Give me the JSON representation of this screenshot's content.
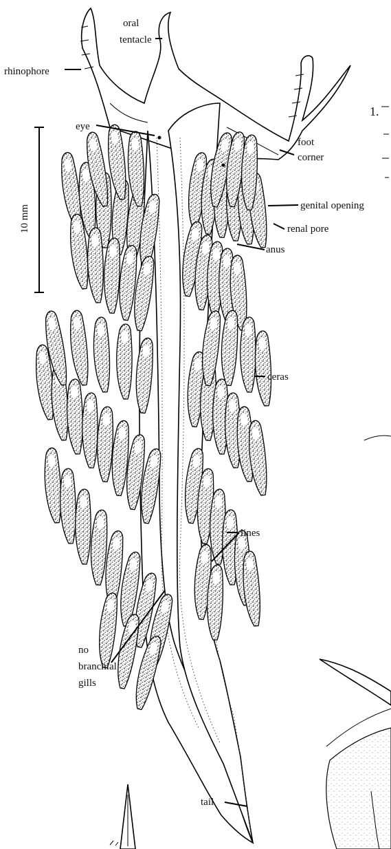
{
  "labels": {
    "oral_tentacle_line1": "oral",
    "oral_tentacle_line2": "tentacle",
    "rhinophore": "rhinophore",
    "eye": "eye",
    "foot_corner_line1": "foot",
    "foot_corner_line2": "corner",
    "genital_opening": "genital opening",
    "renal_pore": "renal pore",
    "anus": "anus",
    "ceras": "ceras",
    "no_branchial_gills_line1": "no",
    "no_branchial_gills_line2": "branchial",
    "no_branchial_gills_line3": "gills",
    "lines": "lines",
    "tail": "tail"
  },
  "scale_bar": {
    "label": "10 mm"
  },
  "side_text": {
    "number": "1."
  }
}
